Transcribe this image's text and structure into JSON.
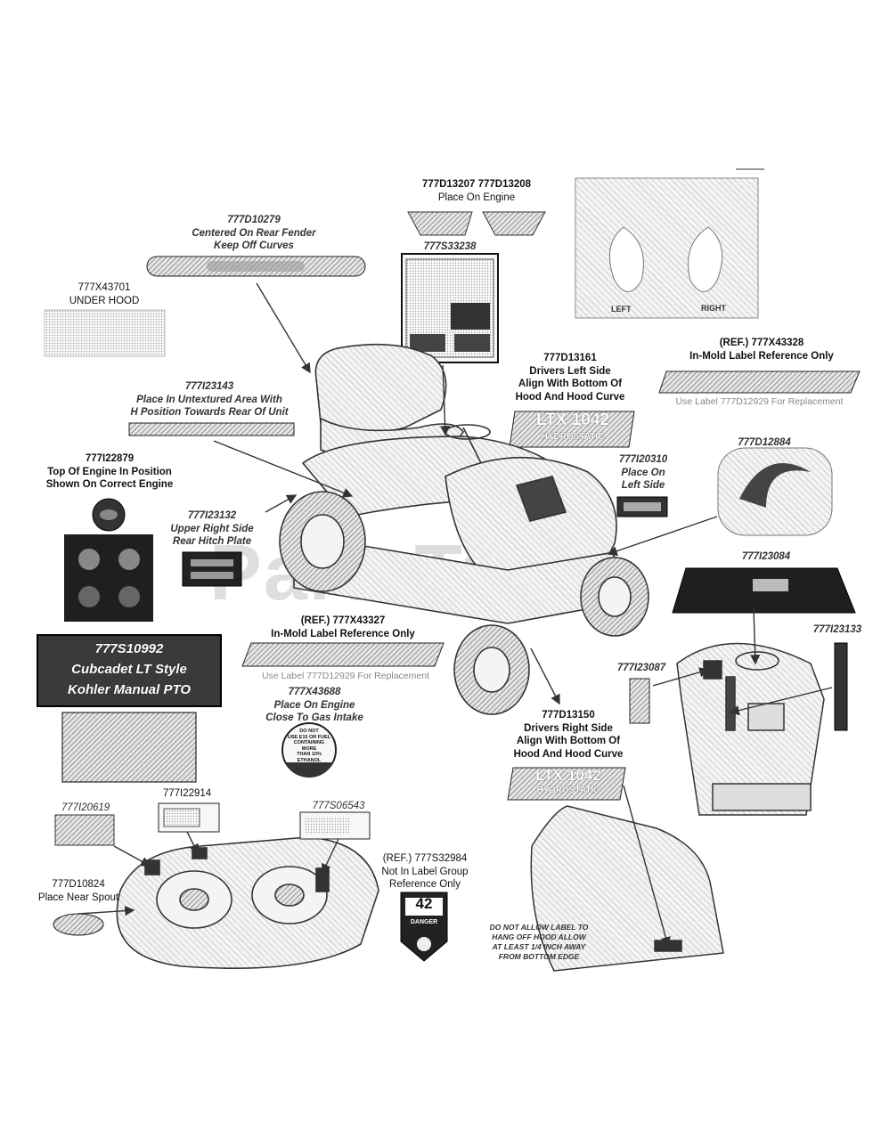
{
  "watermark": "PartsTree",
  "labels": {
    "l777D13207": {
      "lines": [
        "777D13207 777D13208",
        "Place On Engine"
      ]
    },
    "l777D10279": {
      "lines": [
        "777D10279",
        "Centered On Rear Fender",
        "Keep Off Curves"
      ]
    },
    "l777S33238": {
      "lines": [
        "777S33238"
      ]
    },
    "l777X43701": {
      "lines": [
        "777X43701",
        "UNDER HOOD"
      ]
    },
    "l777I23143": {
      "lines": [
        "777I23143",
        "Place In Untextured Area With",
        "H Position Towards Rear Of Unit"
      ]
    },
    "l777D13161": {
      "lines": [
        "777D13161",
        "Drivers Left Side",
        "Align With Bottom Of",
        "Hood And Hood Curve"
      ]
    },
    "lREF43328": {
      "lines": [
        "(REF.) 777X43328",
        "In-Mold Label Reference Only"
      ],
      "note": "Use Label 777D12929 For Replacement"
    },
    "l777I22879": {
      "lines": [
        "777I22879",
        "Top Of Engine In Position",
        "Shown On Correct Engine"
      ]
    },
    "l777I23132": {
      "lines": [
        "777I23132",
        "Upper Right Side",
        "Rear Hitch Plate"
      ]
    },
    "l777I20310": {
      "lines": [
        "777I20310",
        "Place On",
        "Left Side"
      ]
    },
    "l777D12884": {
      "lines": [
        "777D12884"
      ]
    },
    "l777I23084": {
      "lines": [
        "777I23084"
      ]
    },
    "lREF43327": {
      "lines": [
        "(REF.) 777X43327",
        "In-Mold Label Reference Only"
      ],
      "note": "Use Label 777D12929 For Replacement"
    },
    "l777X43688": {
      "lines": [
        "777X43688",
        "Place On Engine",
        "Close To Gas Intake"
      ]
    },
    "l777I23133": {
      "lines": [
        "777I23133"
      ]
    },
    "l777I23087": {
      "lines": [
        "777I23087"
      ]
    },
    "l777D13150": {
      "lines": [
        "777D13150",
        "Drivers Right Side",
        "Align With Bottom Of",
        "Hood And Hood Curve"
      ]
    },
    "l777I22914": {
      "lines": [
        "777I22914"
      ]
    },
    "l777I20619": {
      "lines": [
        "777I20619"
      ]
    },
    "l777S06543": {
      "lines": [
        "777S06543"
      ]
    },
    "l777D10824": {
      "lines": [
        "777D10824",
        "Place Near Spout"
      ]
    },
    "lREF32984": {
      "lines": [
        "(REF.) 777S32984",
        "Not In Label Group",
        "Reference Only"
      ]
    },
    "lDoNotAllow": {
      "lines": [
        "DO NOT ALLOW LABEL TO",
        "HANG OFF HOOD ALLOW",
        "AT LEAST 1/4 INCH AWAY",
        "FROM BOTTOM EDGE"
      ]
    }
  },
  "decals": {
    "left_label": "LEFT",
    "right_label": "RIGHT",
    "ltx_text": "LTX 1042",
    "hydro_text": "HYDROSTATIC",
    "ltx2_text": "LTX 1042",
    "hydro2_text": "HYDROSTATIC",
    "kohler_lines": [
      "777S10992",
      "Cubcadet LT Style",
      "Kohler Manual PTO"
    ],
    "donot_lines": [
      "DO NOT",
      "USE E15 OR FUEL",
      "CONTAINING MORE",
      "THAN 10% ETHANOL"
    ],
    "deck_num": "42",
    "danger": "DANGER"
  }
}
